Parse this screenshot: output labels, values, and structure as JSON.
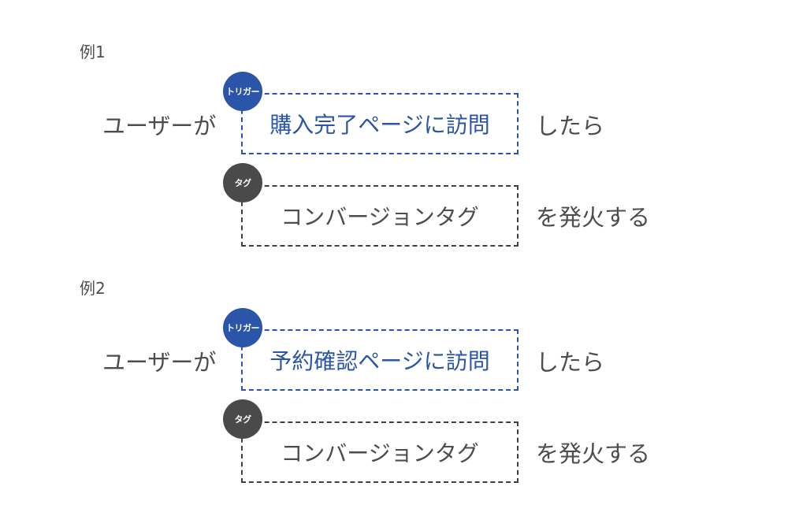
{
  "examples": [
    {
      "label": "例1",
      "subject": "ユーザーが",
      "trigger_badge": "トリガー",
      "trigger_text": "購入完了ページに訪問",
      "trigger_suffix": "したら",
      "tag_badge": "タグ",
      "tag_text": "コンバージョンタグ",
      "tag_suffix": "を発火する"
    },
    {
      "label": "例2",
      "subject": "ユーザーが",
      "trigger_badge": "トリガー",
      "trigger_text": "予約確認ページに訪問",
      "trigger_suffix": "したら",
      "tag_badge": "タグ",
      "tag_text": "コンバージョンタグ",
      "tag_suffix": "を発火する"
    }
  ],
  "colors": {
    "trigger": "#2a55a9",
    "tag": "#4a4a4a",
    "text": "#4d4d4d"
  }
}
